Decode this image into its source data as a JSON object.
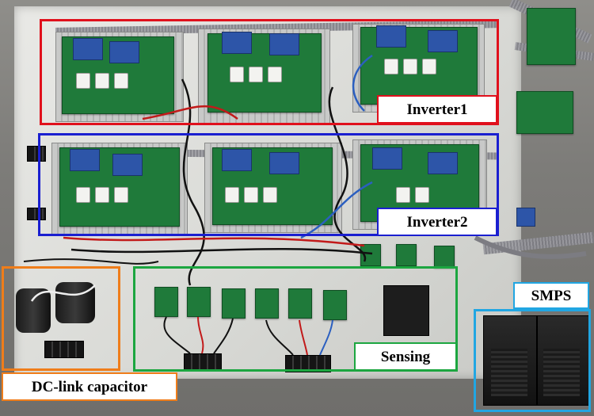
{
  "annotations": [
    {
      "id": "inverter1",
      "label": "Inverter1",
      "color": "#e0101c"
    },
    {
      "id": "inverter2",
      "label": "Inverter2",
      "color": "#1a1fd0"
    },
    {
      "id": "sensing",
      "label": "Sensing",
      "color": "#1ca640"
    },
    {
      "id": "dclink",
      "label": "DC-link capacitor",
      "color": "#ef7d1a"
    },
    {
      "id": "smps",
      "label": "SMPS",
      "color": "#21a6e2"
    }
  ]
}
